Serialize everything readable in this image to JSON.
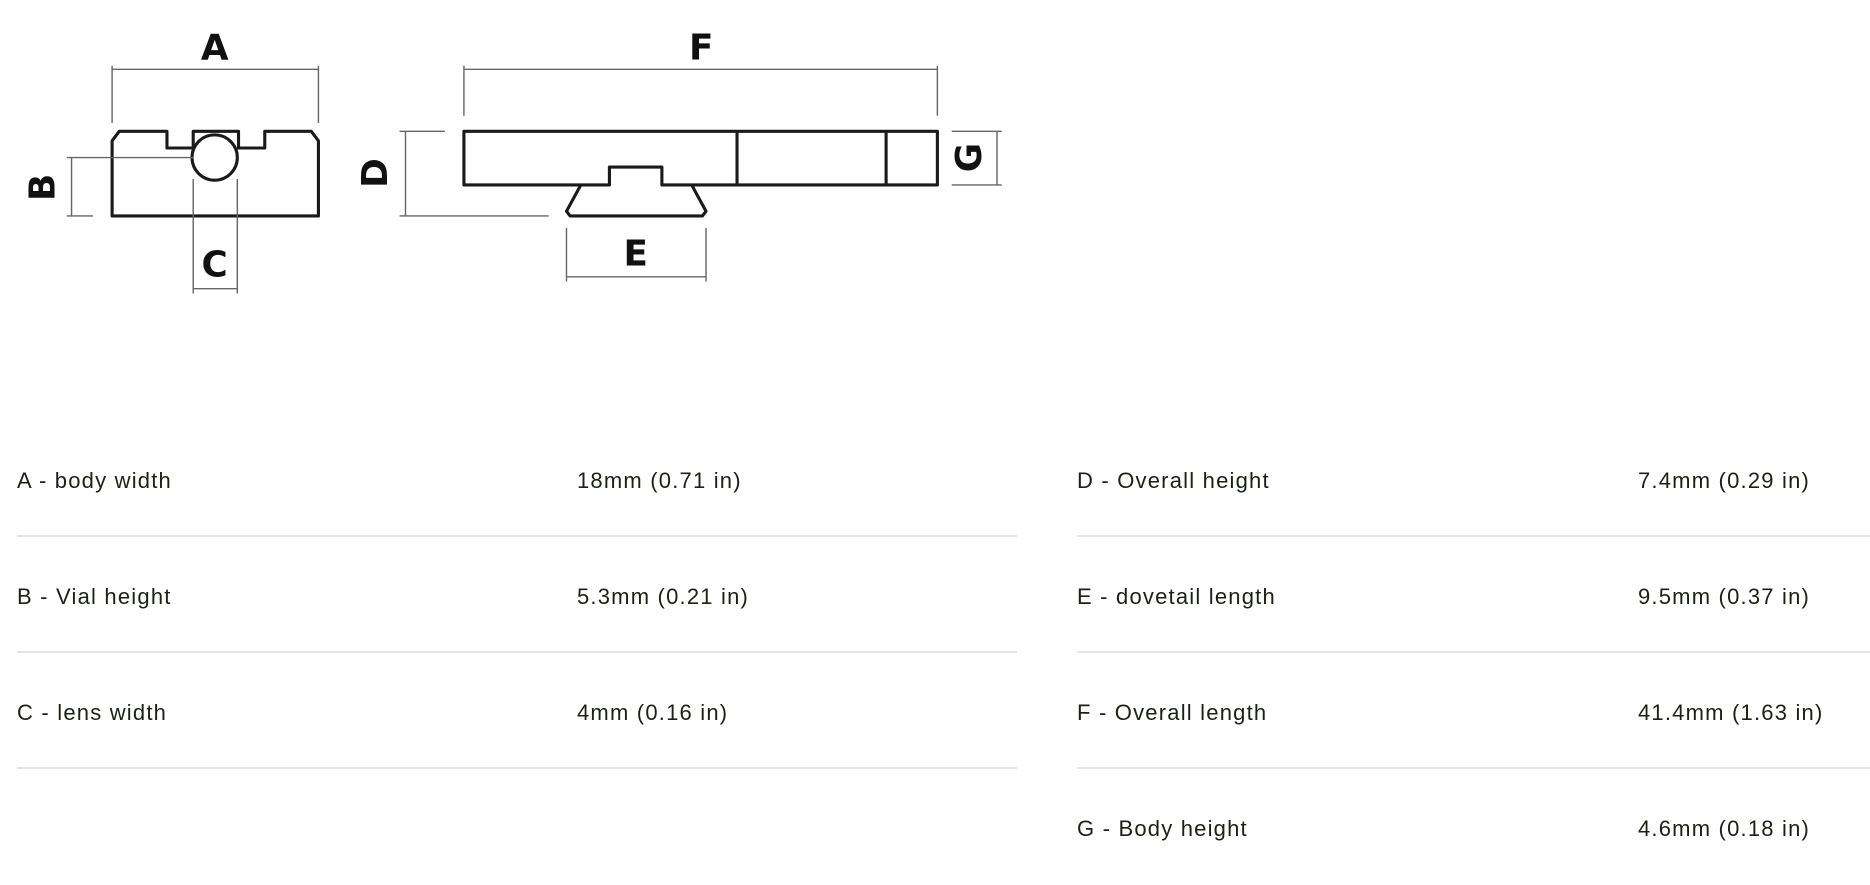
{
  "diagram": {
    "labels": {
      "a": "A",
      "b": "B",
      "c": "C",
      "d": "D",
      "e": "E",
      "f": "F",
      "g": "G"
    }
  },
  "specs": {
    "left": [
      {
        "name": "A - body width",
        "value": "18mm (0.71 in)"
      },
      {
        "name": "B - Vial height",
        "value": "5.3mm (0.21 in)"
      },
      {
        "name": "C - lens width",
        "value": "4mm (0.16 in)"
      }
    ],
    "right": [
      {
        "name": "D - Overall height",
        "value": "7.4mm (0.29 in)"
      },
      {
        "name": "E - dovetail length",
        "value": "9.5mm (0.37 in)"
      },
      {
        "name": "F - Overall length",
        "value": "41.4mm (1.63 in)"
      },
      {
        "name": "G - Body height",
        "value": "4.6mm (0.18 in)"
      }
    ]
  }
}
